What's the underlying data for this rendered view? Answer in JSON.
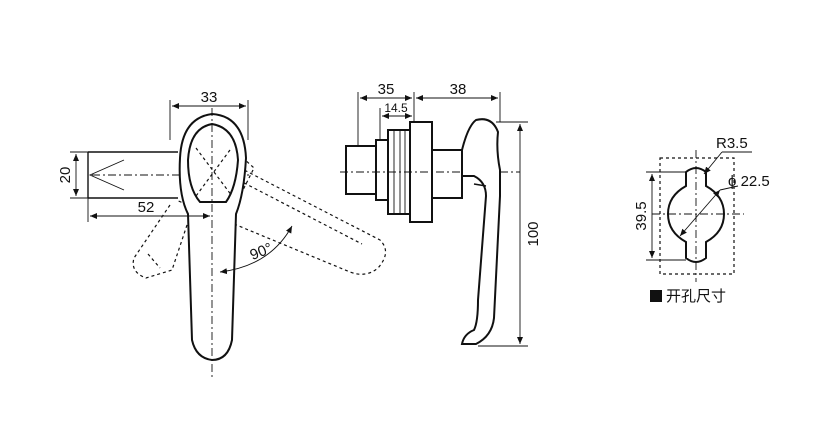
{
  "front_view": {
    "handle_width": "33",
    "shaft_height": "20",
    "reach_length": "52",
    "rotation_angle": "90°"
  },
  "side_view": {
    "body_depth": "35",
    "thread_length": "14.5",
    "lever_offset": "38",
    "handle_length": "100"
  },
  "cutout": {
    "corner_radius": "R3.5",
    "hole_diameter": "ϕ 22.5",
    "flat_width": "39.5",
    "caption": "开孔尺寸"
  },
  "colors": {
    "ink": "#111111",
    "paper": "#ffffff"
  }
}
